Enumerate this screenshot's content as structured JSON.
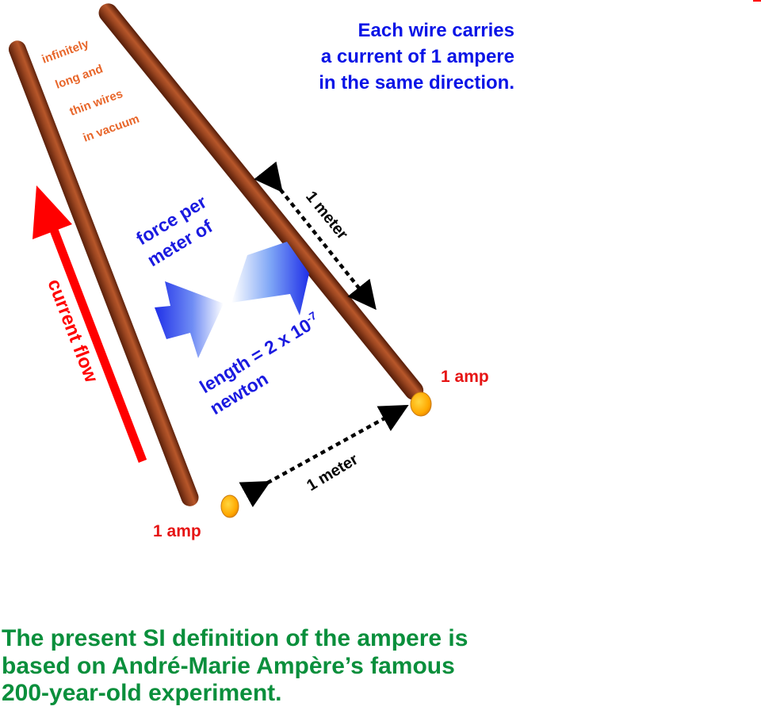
{
  "header": {
    "lines": [
      "Each wire carries",
      "a current of 1 ampere",
      "in the same direction."
    ]
  },
  "wire_note": {
    "lines": [
      "infinitely",
      "long and",
      "thin wires",
      "in vacuum"
    ]
  },
  "current_flow": {
    "label": "current flow"
  },
  "wires": {
    "left_label": "1 amp",
    "right_label": "1 amp"
  },
  "force": {
    "line1": "force per",
    "line2": "meter of",
    "line3_prefix": "length = 2 x 10",
    "line3_exponent": "-7",
    "line4": "newton"
  },
  "measures": {
    "along_wire": "1 meter",
    "between_wires": "1 meter"
  },
  "footer": {
    "lines": [
      "The present SI definition of the ampere is",
      "based on André-Marie Ampère’s famous",
      "200-year-old experiment."
    ]
  },
  "colors": {
    "header_text": "#0a14e6",
    "note_text": "#e8662a",
    "current_red": "#ff0000",
    "amp_label": "#e61414",
    "force_text": "#1a1ae0",
    "footer_text": "#0a8f3c",
    "wire": "#8b3a1a",
    "wire_end": "#ffb400"
  }
}
